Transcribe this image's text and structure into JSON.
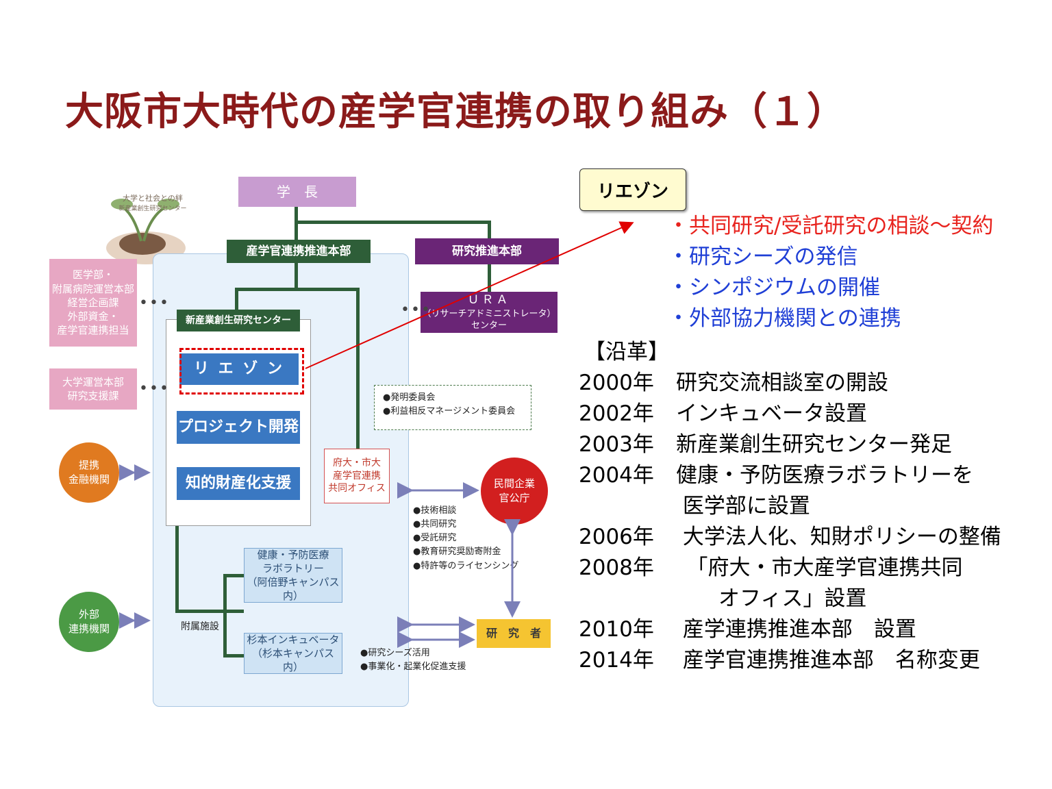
{
  "title": "大阪市大時代の産学官連携の取り組み（１）",
  "diagram": {
    "logo_text": [
      "大学と社会との絆",
      "新産業創生研究センター"
    ],
    "president": "学　長",
    "hq": "産学官連携推進本部",
    "research_hq": "研究推進本部",
    "ura": [
      "ＵＲＡ",
      "（リサーチアドミニストレータ）センター"
    ],
    "center": "新産業創生研究センター",
    "liaison": "リ エ ゾ ン",
    "project": "プロジェクト開発",
    "ip": "知的財産化支援",
    "medical": [
      "医学部・",
      "附属病院運営本部",
      "経営企画課",
      "外部資金・",
      "産学官連携担当"
    ],
    "admin": [
      "大学運営本部",
      "研究支援課"
    ],
    "finance": [
      "提携",
      "金融機関"
    ],
    "external": [
      "外部",
      "連携機関"
    ],
    "committees": [
      "●発明委員会",
      "●利益相反マネージメント委員会"
    ],
    "joint_office": [
      "府大・市大",
      "産学官連携",
      "共同オフィス"
    ],
    "private": [
      "民間企業",
      "官公庁"
    ],
    "services": [
      "●技術相談",
      "●共同研究",
      "●受託研究",
      "●教育研究奨励寄附金",
      "●特許等のライセンシング"
    ],
    "lab": [
      "健康・予防医療",
      "ラボラトリー",
      "（阿倍野キャンパス内）"
    ],
    "facility_label": "附属施設",
    "incubator": [
      "杉本インキュベータ",
      "（杉本キャンパス内）"
    ],
    "researcher": "研　究　者",
    "seeds": [
      "●研究シーズ活用",
      "●事業化・起業化促進支援"
    ]
  },
  "liaison_label": "リエゾン",
  "liaison_items": [
    {
      "text": "・共同研究/受託研究の相談～契約",
      "color": "#e8231e"
    },
    {
      "text": "・研究シーズの発信",
      "color": "#1f3fd6"
    },
    {
      "text": "・シンポジウムの開催",
      "color": "#1f3fd6"
    },
    {
      "text": "・外部協力機関との連携",
      "color": "#1f3fd6"
    }
  ],
  "history_title": "【沿革】",
  "history": [
    {
      "year": "2000年",
      "text": "研究交流相談室の開設"
    },
    {
      "year": "2002年",
      "text": "インキュベータ設置"
    },
    {
      "year": "2003年",
      "text": "新産業創生研究センター発足"
    },
    {
      "year": "2004年",
      "text": "健康・予防医療ラボラトリーを"
    },
    {
      "year": "",
      "text": " 医学部に設置"
    },
    {
      "year": "2006年",
      "text": " 大学法人化、知財ポリシーの整備"
    },
    {
      "year": "2008年",
      "text": "　「府大・市大産学官連携共同"
    },
    {
      "year": "",
      "text": "　　オフィス」設置"
    },
    {
      "year": "2010年",
      "text": " 産学連携推進本部　設置"
    },
    {
      "year": "2014年",
      "text": " 産学官連携推進本部　名称変更"
    }
  ],
  "colors": {
    "title": "#8b1a1a",
    "green": "#2e5e38",
    "red_arrow": "#e00000"
  }
}
